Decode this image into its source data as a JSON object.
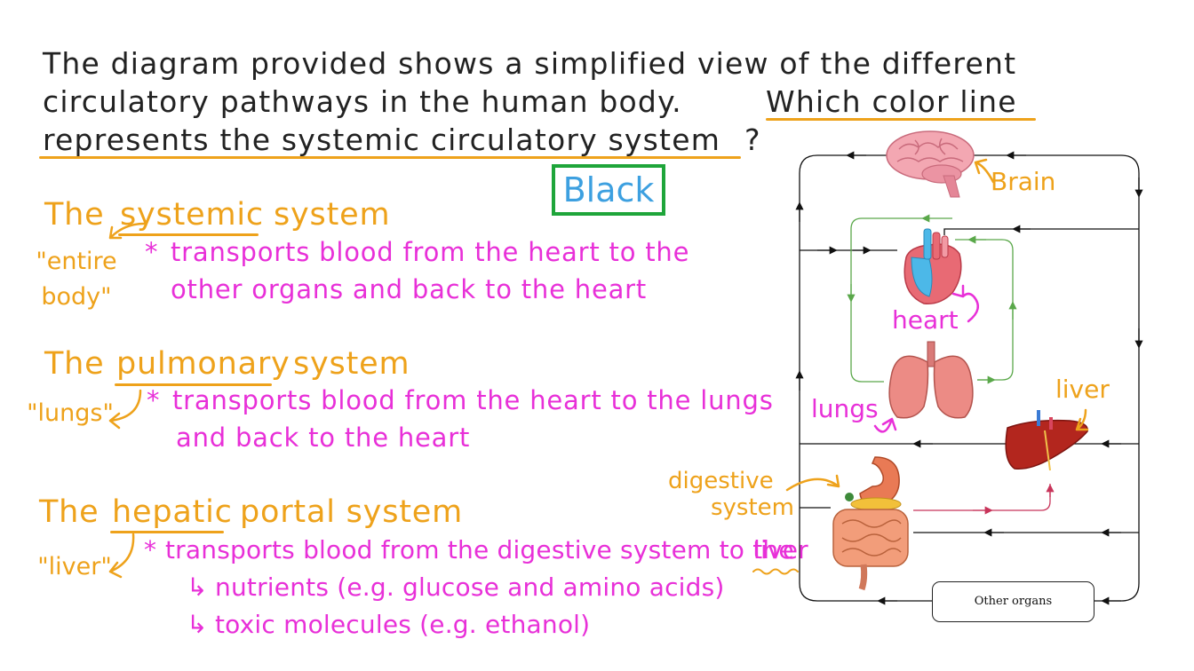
{
  "question": {
    "line1": "The diagram provided shows a simplified view of the different",
    "line2a": "circulatory pathways in the human body.",
    "line2b": "Which color line",
    "line3a": "represents the systemic circulatory system",
    "line3b": "?"
  },
  "answer": "Black",
  "sections": [
    {
      "heading_pre": "The",
      "heading_key": "systemic",
      "heading_post": "system",
      "nickname_line1": "\"entire",
      "nickname_line2": "body\"",
      "bullet": "*",
      "desc_line1": "transports blood from the heart to the",
      "desc_line2": "other organs and back to the heart"
    },
    {
      "heading_pre": "The",
      "heading_key": "pulmonary",
      "heading_post": "system",
      "nickname": "\"lungs\"",
      "bullet": "*",
      "desc_line1": "transports blood from the heart to the lungs",
      "desc_line2": "and back to the heart"
    },
    {
      "heading_pre": "The",
      "heading_key": "hepatic",
      "heading_post": "portal system",
      "nickname": "\"liver\"",
      "bullet": "*",
      "desc_line1": "transports blood from the digestive system to the",
      "desc_liver": "liver",
      "sub_arrow": "↳",
      "sub1": "nutrients (e.g. glucose and amino acids)",
      "sub2": "toxic molecules (e.g. ethanol)"
    }
  ],
  "diagram": {
    "labels": {
      "brain": "Brain",
      "heart": "heart",
      "lungs": "lungs",
      "liver": "liver",
      "digestive_line1": "digestive",
      "digestive_line2": "system"
    },
    "other_organs": "Other organs",
    "colors": {
      "systemic": "#111111",
      "pulmonary": "#5aa84a",
      "hepatic": "#c8345a",
      "annotation_orange": "#eea21b",
      "annotation_magenta": "#e830d8"
    }
  }
}
